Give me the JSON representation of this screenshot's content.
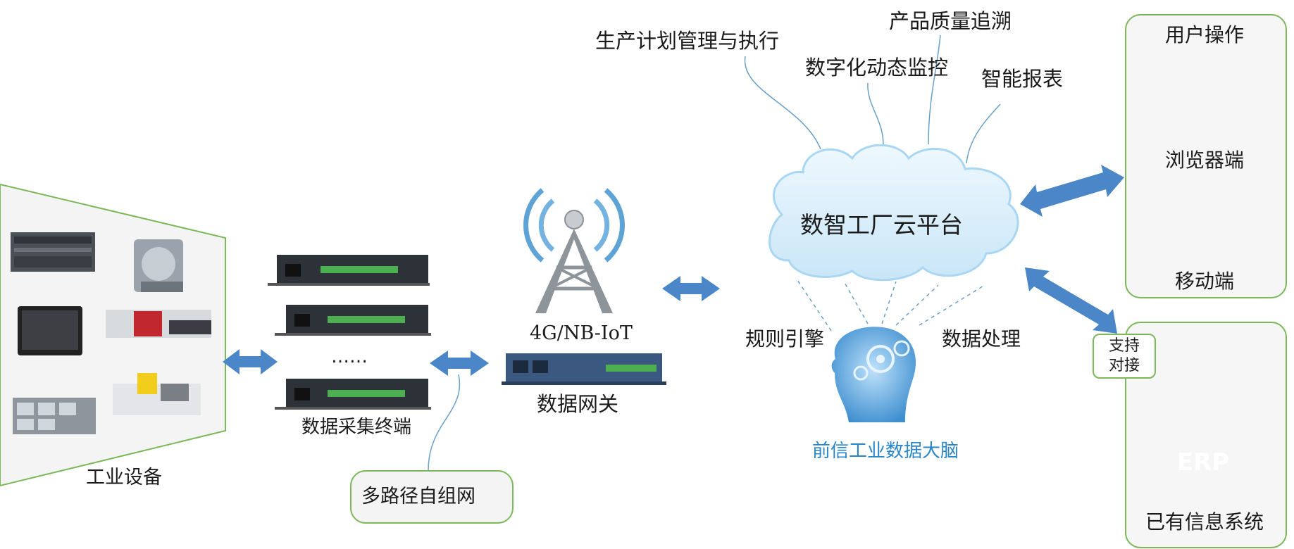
{
  "labels": {
    "industrial_equipment": "工业设备",
    "collection_terminal": "数据采集终端",
    "ellipsis": "……",
    "mesh_network": "多路径自组网",
    "network_type": "4G/NB-IoT",
    "gateway": "数据网关",
    "cloud_platform": "数智工厂云平台",
    "brain": "前信工业数据大脑",
    "rule_engine": "规则引擎",
    "data_processing": "数据处理",
    "user_operation": "用户操作",
    "browser": "浏览器端",
    "mobile": "移动端",
    "support": "支持",
    "dock": "对接",
    "erp": "ERP",
    "existing_systems": "已有信息系统"
  },
  "cloud_functions": [
    "生产计划管理与执行",
    "产品质量追溯",
    "数字化动态监控",
    "智能报表"
  ],
  "colors": {
    "arrow_blue": "#4a86c8",
    "green_border": "#7cb85a",
    "cloud_fill": "#d9eefa",
    "brain_blue": "#2a86c8"
  }
}
